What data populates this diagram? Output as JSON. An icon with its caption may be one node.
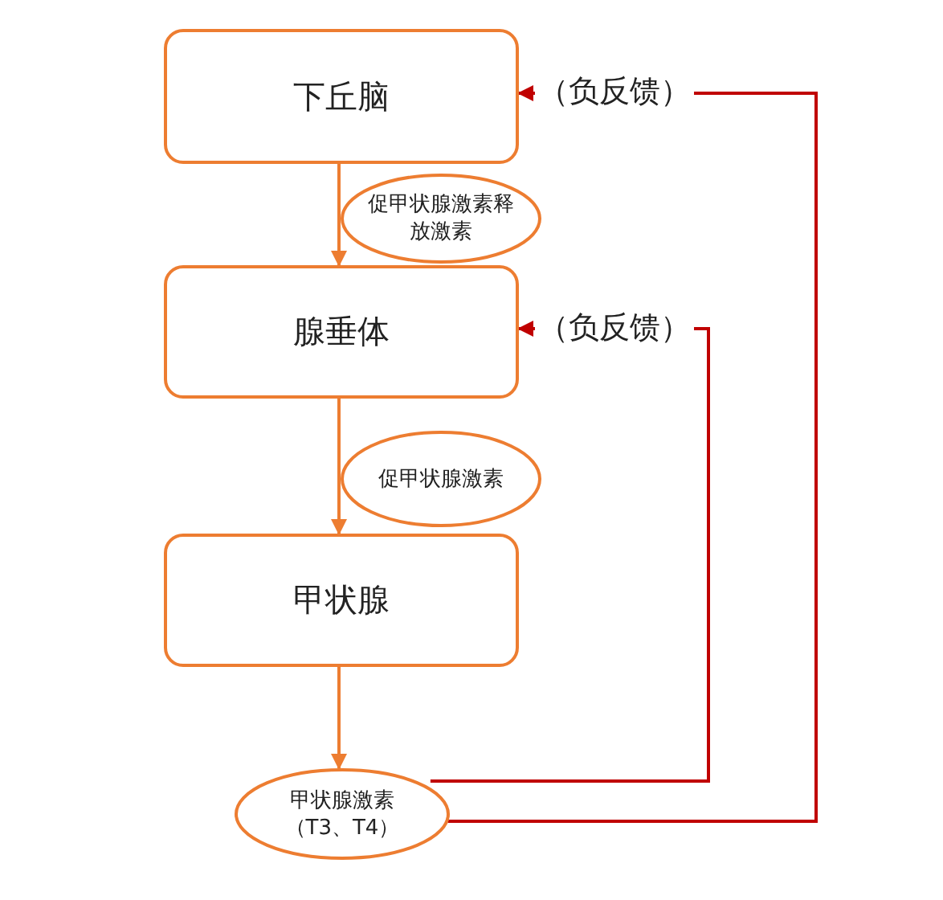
{
  "diagram": {
    "nodes": [
      {
        "text": [
          "下丘脑"
        ]
      },
      {
        "text": [
          "促甲状腺激素释放激素"
        ]
      },
      {
        "text": [
          "腺垂体"
        ]
      },
      {
        "text": [
          "促甲状腺激素"
        ]
      },
      {
        "text": [
          "甲状腺"
        ]
      },
      {
        "text": [
          "甲状腺激素（T3、T4）"
        ]
      }
    ],
    "edges": [
      {
        "from": 0,
        "to": 2,
        "arrow": "to"
      },
      {
        "from": 2,
        "to": 4,
        "arrow": "to"
      },
      {
        "from": 4,
        "to": 5,
        "arrow": "to"
      },
      {
        "from": 5,
        "to": 0,
        "arrow": "to",
        "label": "（负反馈）",
        "color": "#c00000"
      },
      {
        "from": 5,
        "to": 2,
        "arrow": "to",
        "label": "（负反馈）",
        "color": "#c00000"
      }
    ]
  }
}
